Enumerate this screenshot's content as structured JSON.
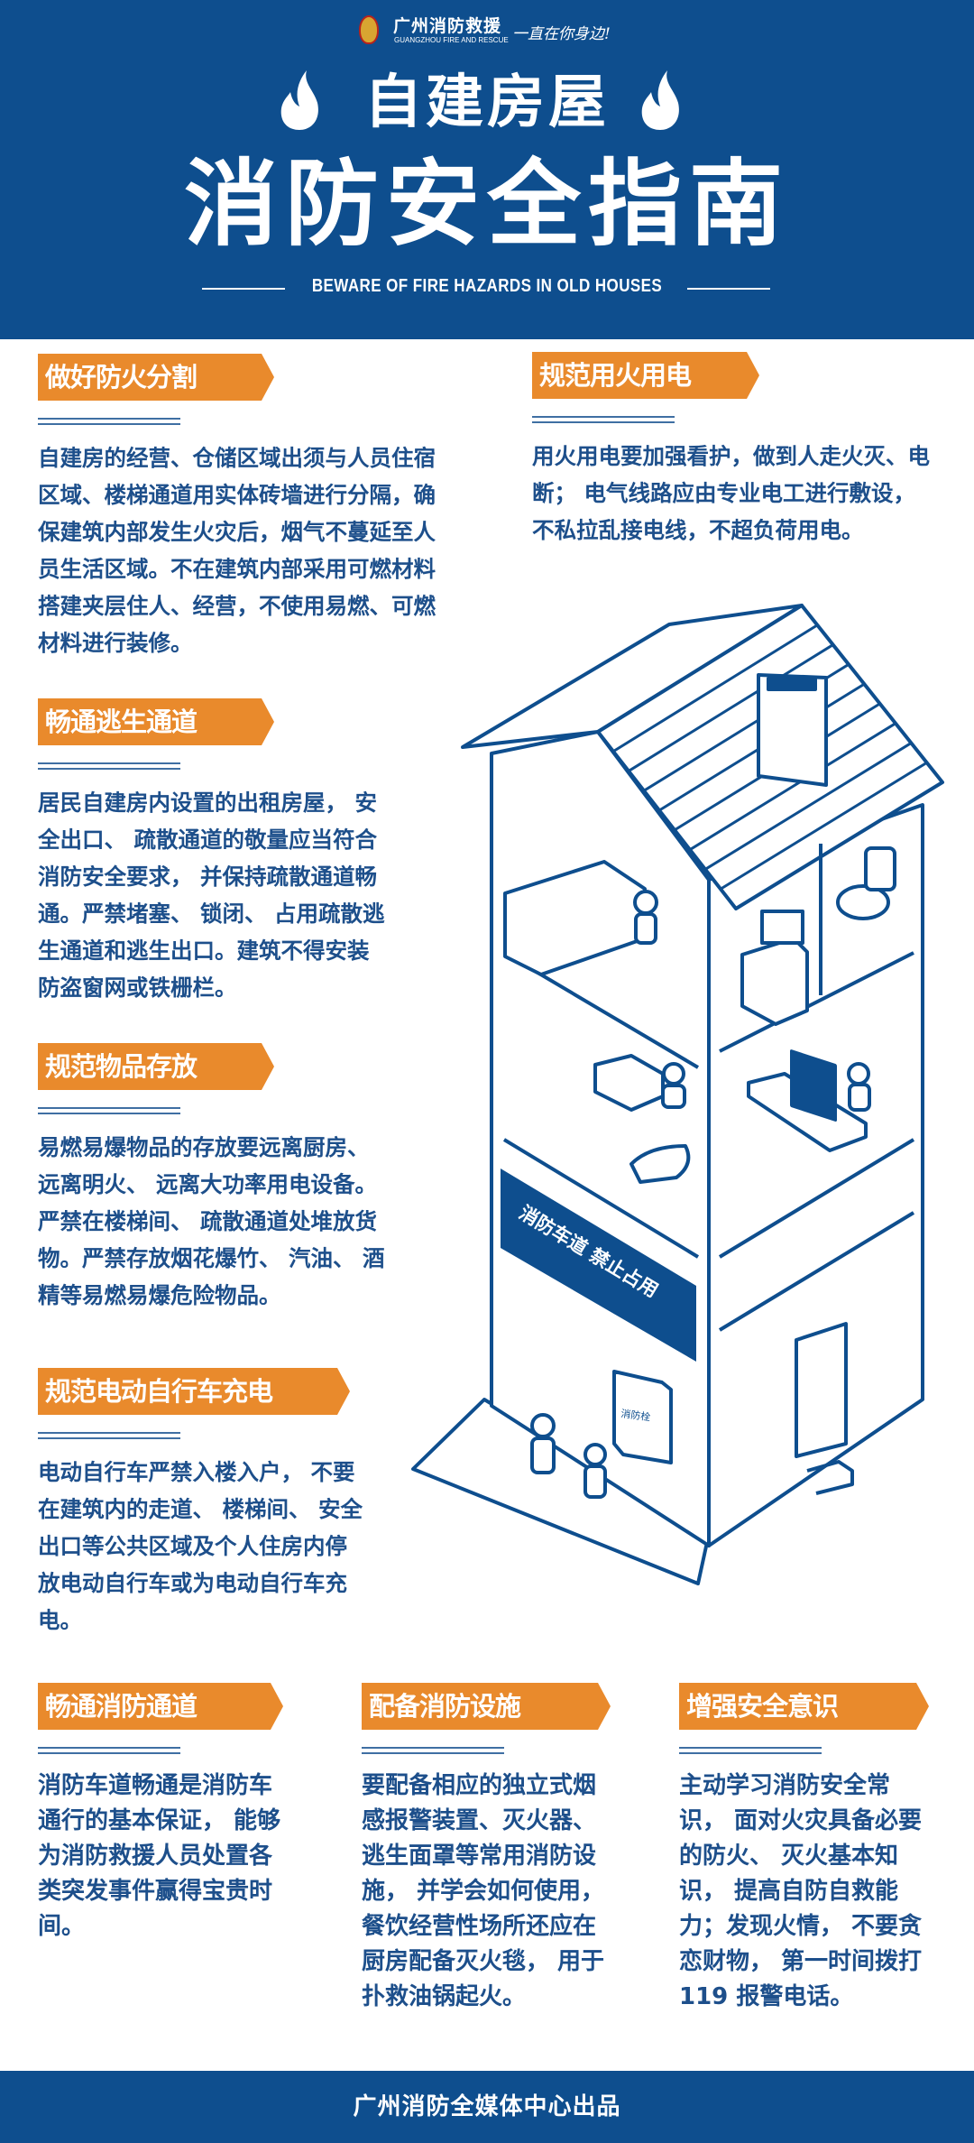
{
  "header": {
    "logo_name": "广州消防救援",
    "logo_en": "GUANGZHOU FIRE AND RESCUE",
    "slogan": "一直在你身边!",
    "title_line1": "自建房屋",
    "title_line2": "消防安全指南",
    "subtitle": "BEWARE OF FIRE HAZARDS IN OLD HOUSES"
  },
  "sections": [
    {
      "label": "做好防火分割",
      "lines": [
        "自建房的经营、仓储区域出须与人员住宿",
        "区域、楼梯通道用实体砖墙进行分隔，确",
        "保建筑内部发生火灾后，烟气不蔓延至人",
        "员生活区域。不在建筑内部采用可燃材料",
        "搭建夹层住人、经营，不使用易燃、可燃",
        "材料进行装修。"
      ]
    },
    {
      "label": "规范用火用电",
      "lines": [
        "用火用电要加强看护，做到人走火灭、电",
        "断； 电气线路应由专业电工进行敷设，",
        "不私拉乱接电线，不超负荷用电。"
      ]
    },
    {
      "label": "畅通逃生通道",
      "lines": [
        "居民自建房内设置的出租房屋， 安",
        "全出口、 疏散通道的敬量应当符合",
        "消防安全要求， 并保持疏散通道畅",
        "通。严禁堵塞、 锁闭、 占用疏散逃",
        "生通道和逃生出口。建筑不得安装",
        "防盗窗网或铁栅栏。"
      ]
    },
    {
      "label": "规范物品存放",
      "lines": [
        "易燃易爆物品的存放要远离厨房、",
        "远离明火、 远离大功率用电设备。",
        "严禁在楼梯间、 疏散通道处堆放货",
        "物。严禁存放烟花爆竹、 汽油、 酒",
        "精等易燃易爆危险物品。"
      ]
    },
    {
      "label": "规范电动自行车充电",
      "lines": [
        "电动自行车严禁入楼入户， 不要",
        "在建筑内的走道、 楼梯间、 安全",
        "出口等公共区域及个人住房内停",
        "放电动自行车或为电动自行车充",
        "电。"
      ]
    },
    {
      "label": "畅通消防通道",
      "lines": [
        "消防车道畅通是消防车",
        "通行的基本保证， 能够",
        "为消防救援人员处置各",
        "类突发事件赢得宝贵时",
        "间。"
      ]
    },
    {
      "label": "配备消防设施",
      "lines": [
        "要配备相应的独立式烟",
        "感报警装置、灭火器、",
        "逃生面罩等常用消防设",
        "施， 并学会如何使用，",
        "餐饮经营性场所还应在",
        "厨房配备灭火毯， 用于",
        "扑救油锅起火。"
      ]
    },
    {
      "label": "增强安全意识",
      "lines": [
        "主动学习消防安全常",
        "识， 面对火灾具备必要",
        "的防火、 灭火基本知",
        "识， 提高自防自救能",
        "力；发现火情， 不要贪",
        "恋财物， 第一时间拨打",
        "119 报警电话。"
      ]
    }
  ],
  "illustration": {
    "sign_text": "消防车道  禁止占用",
    "hydrant_text": "消防栓"
  },
  "footer": {
    "text": "广州消防全媒体中心出品"
  },
  "colors": {
    "brand_blue": "#0e4e8e",
    "accent_orange": "#e98a2c",
    "text_blue": "#1d4f8b"
  }
}
